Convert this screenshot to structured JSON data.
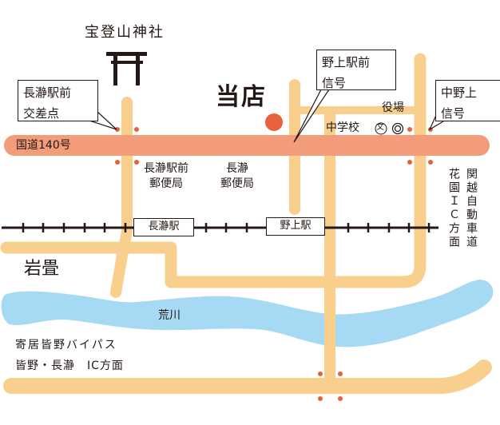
{
  "map": {
    "shrine": "宝登山神社",
    "store": "当店",
    "route": "国道140号",
    "callouts": {
      "nagatoro_intersection": [
        "長瀞駅前",
        "交差点"
      ],
      "nogami_signal": [
        "野上駅前",
        "信号"
      ],
      "nakanogami_signal": [
        "中野上",
        "信号"
      ]
    },
    "town_office": "役場",
    "junior_high": "中学校",
    "school_symbol": "文",
    "office_symbol": "◎",
    "post_office_1": [
      "長瀞駅前",
      "郵便局"
    ],
    "post_office_2": [
      "長瀞",
      "郵便局"
    ],
    "expressway": "関越自動車道",
    "expressway_ic": "花園ＩＣ方面",
    "stations": {
      "nagatoro": "長瀞駅",
      "nogami": "野上駅"
    },
    "area": "岩畳",
    "river": "荒川",
    "bypass": [
      "寄居皆野バイパス",
      "皆野・長瀞　IC方面"
    ],
    "colors": {
      "road": "#f9cf8e",
      "route": "#f29c7a",
      "signal": "#e8603c",
      "river": "#a5d9f4",
      "ink": "#231815"
    }
  }
}
